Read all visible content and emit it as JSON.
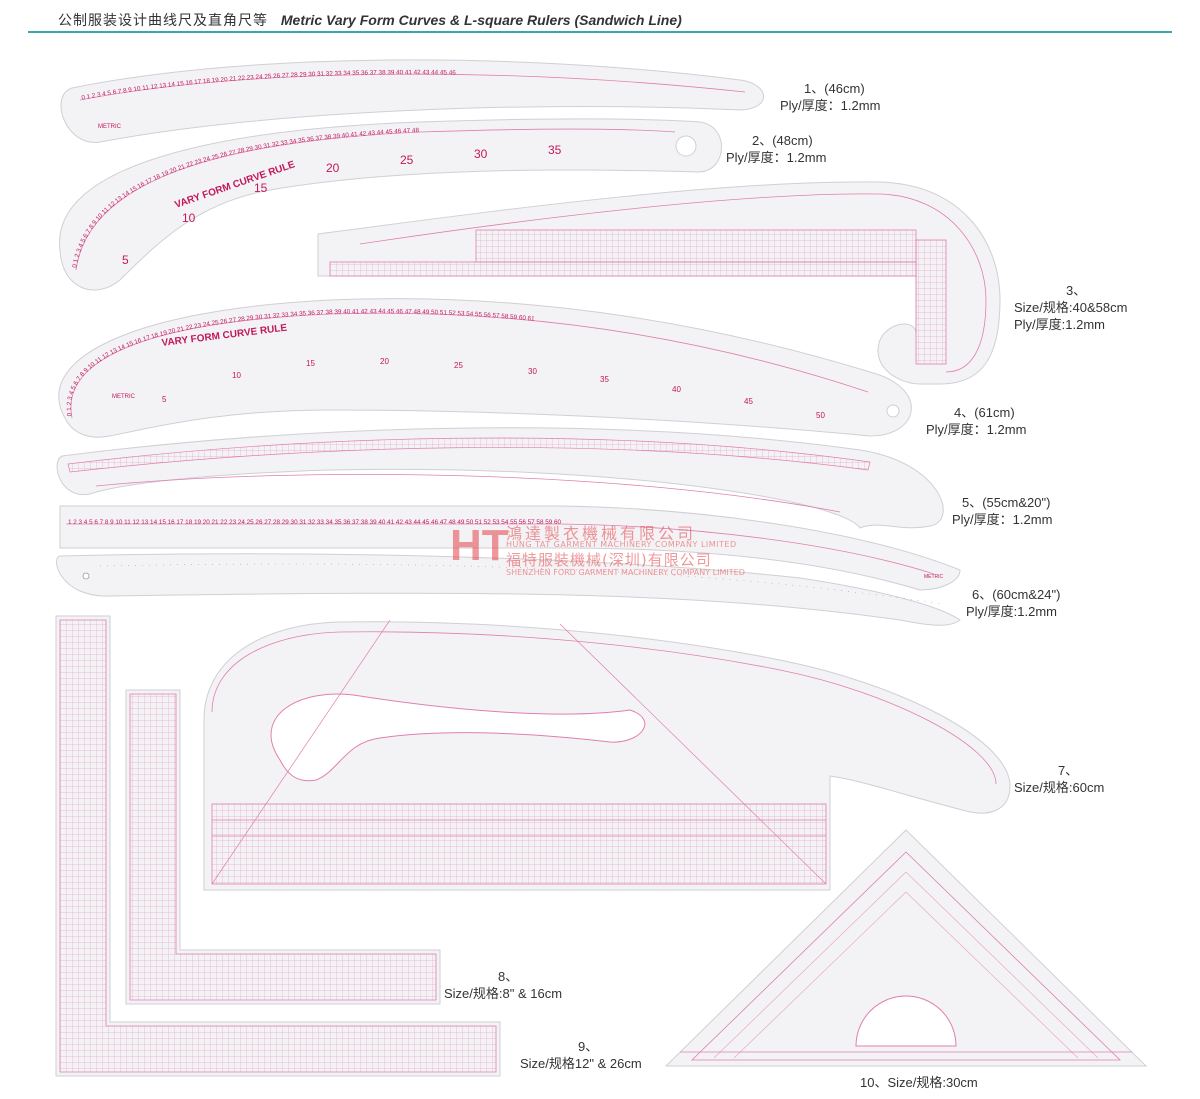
{
  "header": {
    "title_cn": "公制服装设计曲线尺及直角尺等",
    "title_en": "Metric Vary Form Curves & L-square Rulers (Sandwich Line)"
  },
  "colors": {
    "ruler_fill": "#f3f3f5",
    "ruler_line": "#e07fb0",
    "ruler_text": "#c2185b",
    "accent": "#3aa6b0",
    "brand_red": "#e6444b"
  },
  "watermark": {
    "logo": "HT",
    "line1": "鴻達製衣機械有限公司",
    "line2": "HUNG TAT GARMENT MACHINERY COMPANY LIMITED",
    "line3": "福特服裝機械(深圳)有限公司",
    "line4": "SHENZHEN FORD GARMENT MACHINERY COMPANY LIMITED"
  },
  "rulers": [
    {
      "id": 1,
      "line1": "1、(46cm)",
      "line2": "Ply/厚度：1.2mm",
      "text": "METRIC",
      "scale_max": 46
    },
    {
      "id": 2,
      "line1": "2、(48cm)",
      "line2": "Ply/厚度：1.2mm",
      "text": "VARY FORM CURVE RULE",
      "scale_max": 48,
      "big_numbers": [
        "5",
        "10",
        "15",
        "20",
        "25",
        "30",
        "35"
      ]
    },
    {
      "id": 3,
      "line1": "3、",
      "line2": "Size/规格:40&58cm",
      "line3": "Ply/厚度:1.2mm"
    },
    {
      "id": 4,
      "line1": "4、(61cm)",
      "line2": "Ply/厚度：1.2mm",
      "text": "VARY FORM CURVE RULE",
      "scale_max": 61,
      "big_numbers": [
        "5",
        "10",
        "15",
        "20",
        "25",
        "30",
        "35",
        "40",
        "45",
        "50"
      ],
      "small_text": "METRIC"
    },
    {
      "id": 5,
      "line1": "5、(55cm&20\")",
      "line2": "Ply/厚度：1.2mm"
    },
    {
      "id": 6,
      "line1": "6、(60cm&24\")",
      "line2": "Ply/厚度:1.2mm",
      "scale_max": 60,
      "small_text": "METRIC"
    },
    {
      "id": 7,
      "line1": "7、",
      "line2": "Size/规格:60cm"
    },
    {
      "id": 8,
      "line1": "8、",
      "line2": "Size/规格:8\" & 16cm"
    },
    {
      "id": 9,
      "line1": "9、",
      "line2": "Size/规格12\" & 26cm"
    },
    {
      "id": 10,
      "line1": "10、Size/规格:30cm"
    }
  ]
}
